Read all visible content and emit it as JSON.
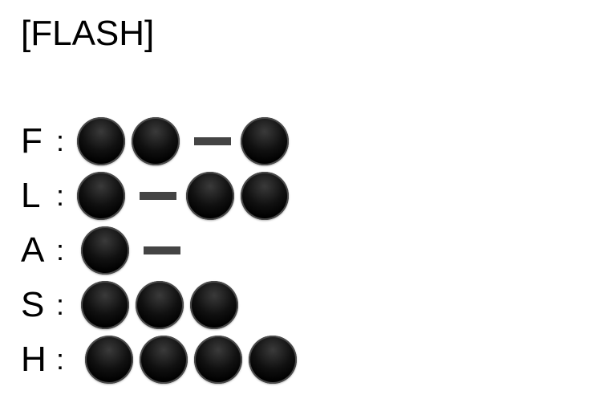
{
  "title": "[FLASH]",
  "rows": [
    {
      "letter": "F",
      "sep": ":",
      "code": [
        "dot",
        "dot",
        "dash",
        "dot"
      ]
    },
    {
      "letter": "L",
      "sep": ":",
      "code": [
        "dot",
        "dash",
        "dot",
        "dot"
      ]
    },
    {
      "letter": "A",
      "sep": ":",
      "code": [
        "dot",
        "dash"
      ]
    },
    {
      "letter": "S",
      "sep": ":",
      "code": [
        "dot",
        "dot",
        "dot"
      ]
    },
    {
      "letter": "H",
      "sep": ":",
      "code": [
        "dot",
        "dot",
        "dot",
        "dot"
      ]
    }
  ],
  "colors": {
    "dot": "#000000",
    "dash": "#444444",
    "background": "#ffffff"
  }
}
